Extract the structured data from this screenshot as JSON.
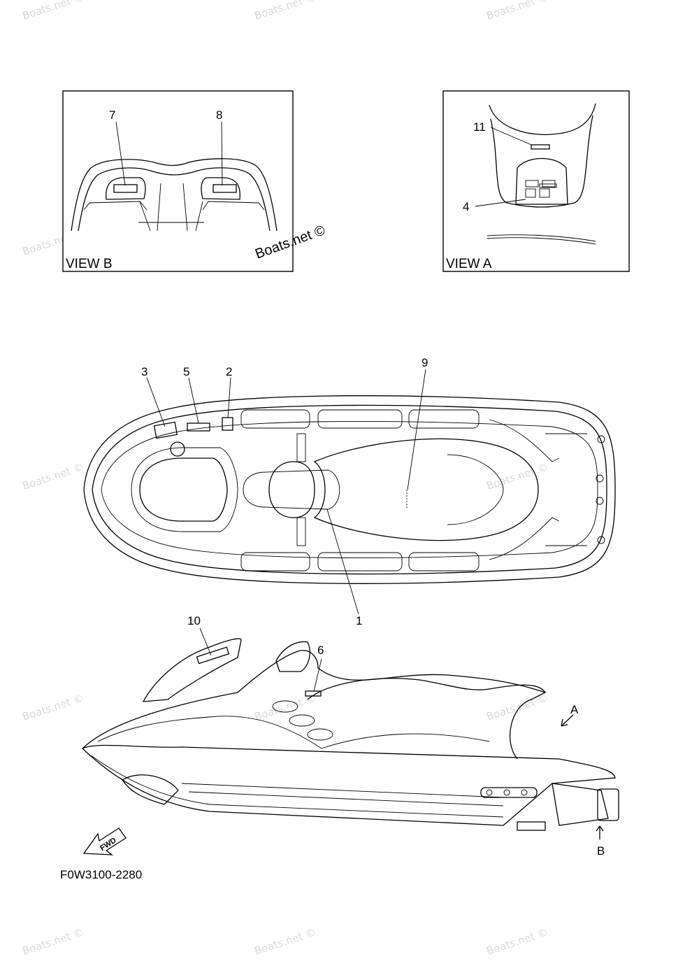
{
  "watermark": "Boats.net ©",
  "drawing_code": "F0W3100-2280",
  "view_b": {
    "title": "VIEW B",
    "callouts": [
      "7",
      "8"
    ]
  },
  "view_a": {
    "title": "VIEW A",
    "callouts": [
      "11",
      "4"
    ]
  },
  "top_view": {
    "callouts": [
      "3",
      "5",
      "2",
      "9",
      "1"
    ]
  },
  "side_view": {
    "callouts": [
      "10",
      "6"
    ],
    "arrow_a": "A",
    "arrow_b": "B",
    "fwd": "FWD"
  }
}
